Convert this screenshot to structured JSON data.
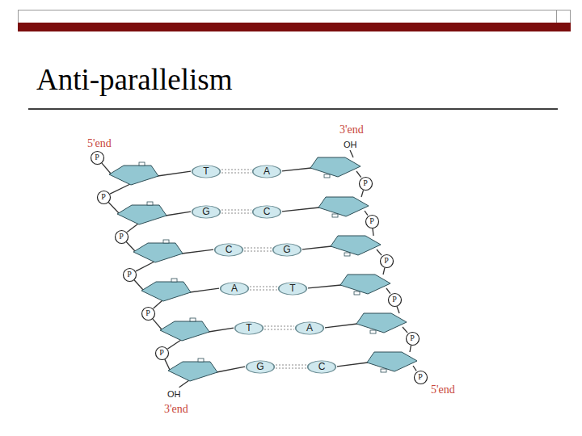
{
  "diagram": {
    "title": "Anti-parallelism",
    "nodes": [
      {
        "text": [
          "P"
        ]
      },
      {
        "text": [
          "T"
        ]
      },
      {
        "text": [
          "A"
        ]
      },
      {
        "text": [
          "P"
        ]
      },
      {
        "text": [
          "P"
        ]
      },
      {
        "text": [
          "G"
        ]
      },
      {
        "text": [
          "C"
        ]
      },
      {
        "text": [
          "P"
        ]
      },
      {
        "text": [
          "P"
        ]
      },
      {
        "text": [
          "C"
        ]
      },
      {
        "text": [
          "G"
        ]
      },
      {
        "text": [
          "P"
        ]
      },
      {
        "text": [
          "P"
        ]
      },
      {
        "text": [
          "A"
        ]
      },
      {
        "text": [
          "T"
        ]
      },
      {
        "text": [
          "P"
        ]
      },
      {
        "text": [
          "P"
        ]
      },
      {
        "text": [
          "T"
        ]
      },
      {
        "text": [
          "A"
        ]
      },
      {
        "text": [
          "P"
        ]
      },
      {
        "text": [
          "P"
        ]
      },
      {
        "text": [
          "G"
        ]
      },
      {
        "text": [
          "C"
        ]
      },
      {
        "text": [
          "P"
        ]
      }
    ],
    "edges": [
      {
        "from": 1,
        "to": 2,
        "arrow": "none"
      },
      {
        "from": 5,
        "to": 6,
        "arrow": "none"
      },
      {
        "from": 9,
        "to": 10,
        "arrow": "none"
      },
      {
        "from": 13,
        "to": 14,
        "arrow": "none"
      },
      {
        "from": 17,
        "to": 18,
        "arrow": "none"
      },
      {
        "from": 21,
        "to": 22,
        "arrow": "none"
      }
    ],
    "labels": [
      "3'end",
      "5'end",
      "OH",
      "5'end",
      "OH",
      "3'end"
    ]
  }
}
